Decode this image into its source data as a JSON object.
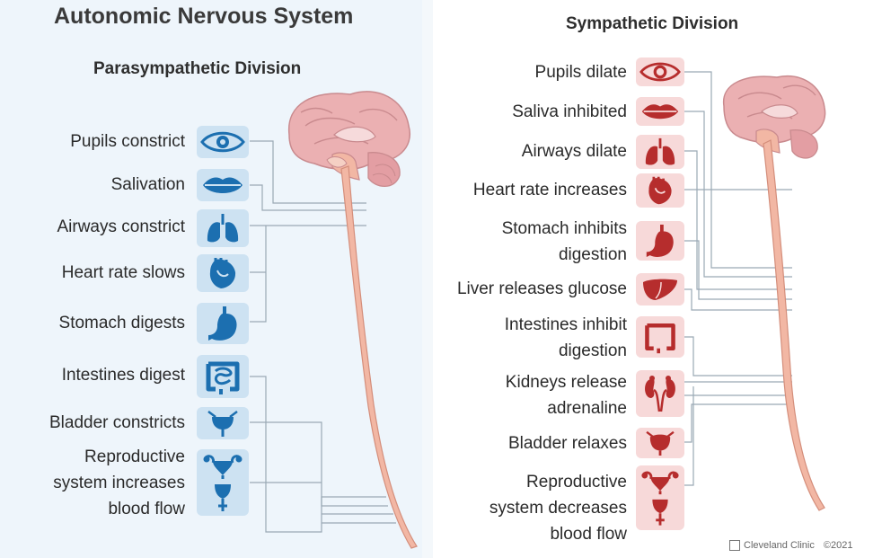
{
  "main_title": "Autonomic Nervous System",
  "parasympathetic": {
    "title": "Parasympathetic Division",
    "items": [
      {
        "label": "Pupils constrict",
        "icon": "eye-icon"
      },
      {
        "label": "Salivation",
        "icon": "lips-icon"
      },
      {
        "label": "Airways constrict",
        "icon": "lungs-icon"
      },
      {
        "label": "Heart rate slows",
        "icon": "heart-icon"
      },
      {
        "label": "Stomach digests",
        "icon": "stomach-icon"
      },
      {
        "label": "Intestines digest",
        "icon": "intestines-icon"
      },
      {
        "label": "Bladder constricts",
        "icon": "bladder-icon"
      },
      {
        "label_lines": [
          "Reproductive",
          "system increases",
          "blood flow"
        ],
        "icon": "reproductive-icon"
      }
    ]
  },
  "sympathetic": {
    "title": "Sympathetic Division",
    "items": [
      {
        "label": "Pupils dilate",
        "icon": "eye-icon"
      },
      {
        "label": "Saliva inhibited",
        "icon": "lips-icon"
      },
      {
        "label": "Airways dilate",
        "icon": "lungs-icon"
      },
      {
        "label": "Heart rate increases",
        "icon": "heart-icon"
      },
      {
        "label_lines": [
          "Stomach inhibits",
          "digestion"
        ],
        "icon": "stomach-icon"
      },
      {
        "label": "Liver releases glucose",
        "icon": "liver-icon"
      },
      {
        "label_lines": [
          "Intestines inhibit",
          "digestion"
        ],
        "icon": "intestines-icon"
      },
      {
        "label_lines": [
          "Kidneys release",
          "adrenaline"
        ],
        "icon": "kidneys-icon"
      },
      {
        "label": "Bladder relaxes",
        "icon": "bladder-icon"
      },
      {
        "label_lines": [
          "Reproductive",
          "system decreases",
          "blood flow"
        ],
        "icon": "reproductive-icon"
      }
    ]
  },
  "credit": {
    "brand": "Cleveland Clinic",
    "year": "©2021"
  },
  "colors": {
    "para_accent": "#1c6fb0",
    "para_icon_bg": "#cde2f2",
    "symp_accent": "#b62d2d",
    "symp_icon_bg": "#f7d9d9",
    "spine": "#f2b7a4",
    "brain": "#e9a4a8",
    "wire": "#9aa9b5"
  }
}
